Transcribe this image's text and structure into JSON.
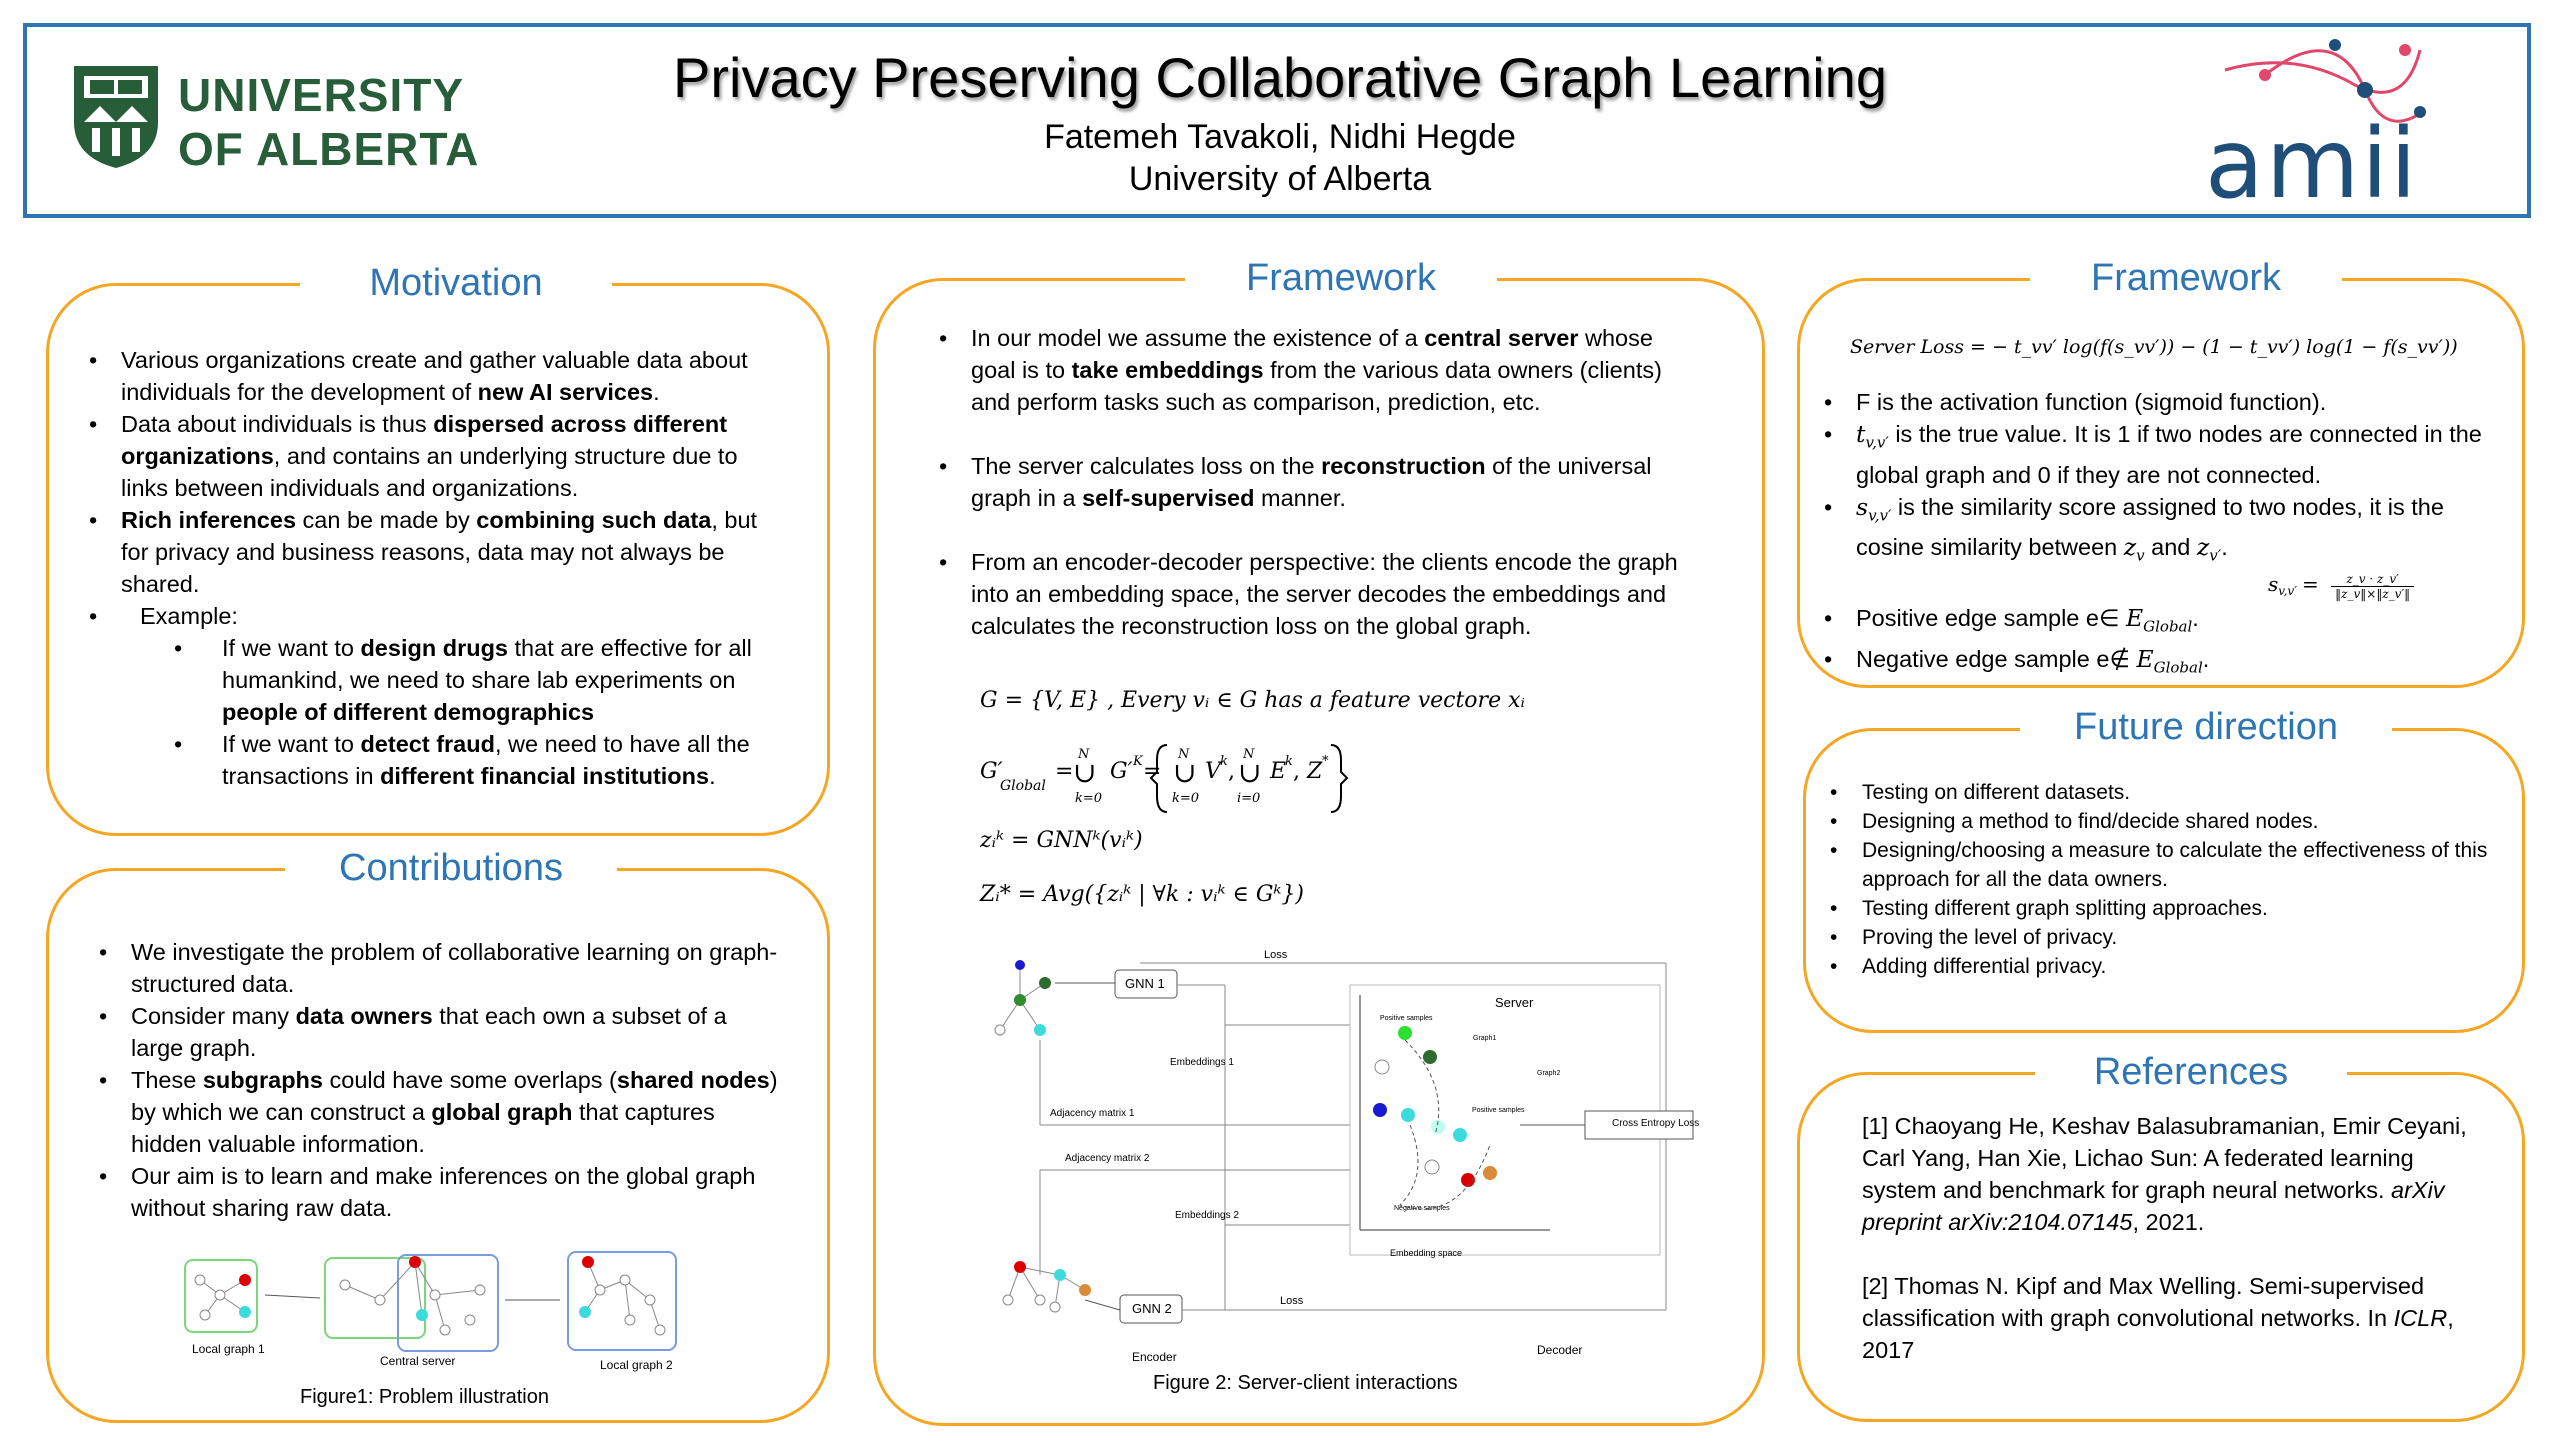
{
  "header": {
    "title": "Privacy Preserving Collaborative Graph Learning",
    "authors": "Fatemeh Tavakoli, Nidhi Hegde",
    "affiliation": "University of Alberta",
    "logo_left_line1": "UNIVERSITY",
    "logo_left_line2": "OF ALBERTA",
    "logo_right_text": "amii"
  },
  "motivation": {
    "title": "Motivation",
    "items": [
      {
        "parts": [
          "Various organizations create and gather valuable data about individuals for the development of ",
          "new AI services",
          "."
        ]
      },
      {
        "parts": [
          "Data about individuals is thus ",
          "dispersed across different organizations",
          ", and contains an underlying structure due to links between individuals and organizations."
        ]
      },
      {
        "parts": [
          "",
          "Rich inferences",
          " can be made by ",
          "combining such data",
          ", but for privacy and business reasons, data may not always be shared."
        ]
      }
    ],
    "example_label": "Example:",
    "sub_items": [
      {
        "parts": [
          " If we want to ",
          "design drugs",
          " that are effective for all humankind, we need to share lab experiments on ",
          "people of different demographics",
          ""
        ]
      },
      {
        "parts": [
          "If we want to ",
          "detect fraud",
          ", we need to have all the transactions in ",
          "different financial institutions",
          "."
        ]
      }
    ]
  },
  "contributions": {
    "title": "Contributions",
    "items": [
      {
        "parts": [
          "We investigate the problem of collaborative learning on graph-structured data."
        ]
      },
      {
        "parts": [
          "Consider many ",
          "data owners",
          " that each own a subset of a large graph."
        ]
      },
      {
        "parts": [
          "These ",
          "subgraphs",
          " could have some overlaps (",
          "shared nodes",
          ") by which we can construct a ",
          "global graph",
          " that captures hidden valuable information."
        ]
      },
      {
        "parts": [
          "Our aim is to learn and make inferences on the global graph without sharing raw data."
        ]
      }
    ],
    "fig_labels": {
      "local1": "Local graph 1",
      "central": "Central server",
      "local2": "Local graph 2"
    },
    "caption": "Figure1: Problem illustration"
  },
  "framework_mid": {
    "title": "Framework",
    "items": [
      {
        "parts": [
          "In our model we assume the existence of a ",
          "central server",
          " whose goal is to ",
          "take embeddings",
          " from the various data owners (clients) and perform tasks such as comparison, prediction, etc."
        ]
      },
      {
        "parts": [
          "The server calculates loss on the ",
          "reconstruction",
          " of the universal graph in a ",
          "self-supervised",
          " manner."
        ]
      },
      {
        "parts": [
          "From an encoder-decoder perspective: the clients encode the graph into an embedding space, the server decodes the embeddings and calculates the reconstruction loss on the global graph."
        ]
      }
    ],
    "eq1": "G  =  {V, E} , Every vᵢ ∈ G has a feature vectore xᵢ",
    "eq3": "zᵢᵏ  =  GNNᵏ(vᵢᵏ)",
    "eq4": "Zᵢ*  =  Avg({zᵢᵏ | ∀k : vᵢᵏ  ∈  Gᵏ})",
    "diagram": {
      "loss_top": "Loss",
      "gnn1": "GNN 1",
      "server": "Server",
      "embeddings1": "Embeddings 1",
      "adjacency1": "Adjacency matrix 1",
      "adjacency2": "Adjacency matrix 2",
      "embeddings2": "Embeddings 2",
      "gnn2": "GNN 2",
      "loss_bottom": "Loss",
      "encoder": "Encoder",
      "decoder": "Decoder",
      "cross_entropy": "Cross Entropy Loss",
      "embedding_space": "Embedding space",
      "positive_samples_a": "Positive samples",
      "positive_samples_b": "Positive samples",
      "negative_samples": "Negative samples",
      "graph1": "Graph1",
      "graph2": "Graph2"
    },
    "caption": "Figure 2: Server-client interactions"
  },
  "framework_right": {
    "title": "Framework",
    "loss_eq": "Server Loss  =  − t_vv′ log(f(s_vv′)) − (1 − t_vv′) log(1 − f(s_vv′))",
    "items": [
      {
        "parts": [
          "F is the activation function (sigmoid function)."
        ]
      },
      {
        "parts": [
          " is the true value. It is 1 if two nodes are connected in the global graph and 0 if they are not connected."
        ]
      },
      {
        "parts": [
          " is the similarity score assigned to two nodes, it is the cosine similarity between "
        ]
      }
    ],
    "t_sym": "t",
    "t_sub": "v,v′",
    "s_sym": "s",
    "s_sub": "v,v′",
    "zv": "z",
    "zv_sub": "v",
    "and_text": " and ",
    "zvp": "z",
    "zvp_sub": "v′",
    "pos_edge": "Positive edge sample e∈ ",
    "neg_edge": "Negative edge sample e∉ ",
    "e_global": "E",
    "e_global_sub": "Global",
    "sim_lhs": "s",
    "sim_lhs_sub": "v,v′",
    "sim_num": "z_v · z_v′",
    "sim_den": "‖z_v‖×‖z_v′‖"
  },
  "future": {
    "title": "Future direction",
    "items": [
      "Testing on different datasets.",
      "Designing a method to find/decide shared nodes.",
      "Designing/choosing a measure to calculate the effectiveness of this approach for all the data owners.",
      "Testing different graph splitting approaches.",
      "Proving the level of privacy.",
      "Adding differential privacy."
    ]
  },
  "references": {
    "title": "References",
    "ref1_plain": "[1] Chaoyang He, Keshav Balasubramanian, Emir Ceyani, Carl Yang, Han Xie, Lichao Sun: A federated learning system and benchmark for graph neural networks. ",
    "ref1_italic": "arXiv preprint arXiv:2104.07145",
    "ref1_end": ", 2021.",
    "ref2_plain": "[2] Thomas N. Kipf and Max Welling. Semi-supervised classification with graph convolutional networks. In ",
    "ref2_italic": "ICLR",
    "ref2_end": ", 2017"
  },
  "colors": {
    "panel_border": "#f5a623",
    "title_blue": "#2e75b6",
    "ua_green": "#275d38",
    "amii_blue": "#1f4e79",
    "amii_pink": "#e0476b"
  }
}
